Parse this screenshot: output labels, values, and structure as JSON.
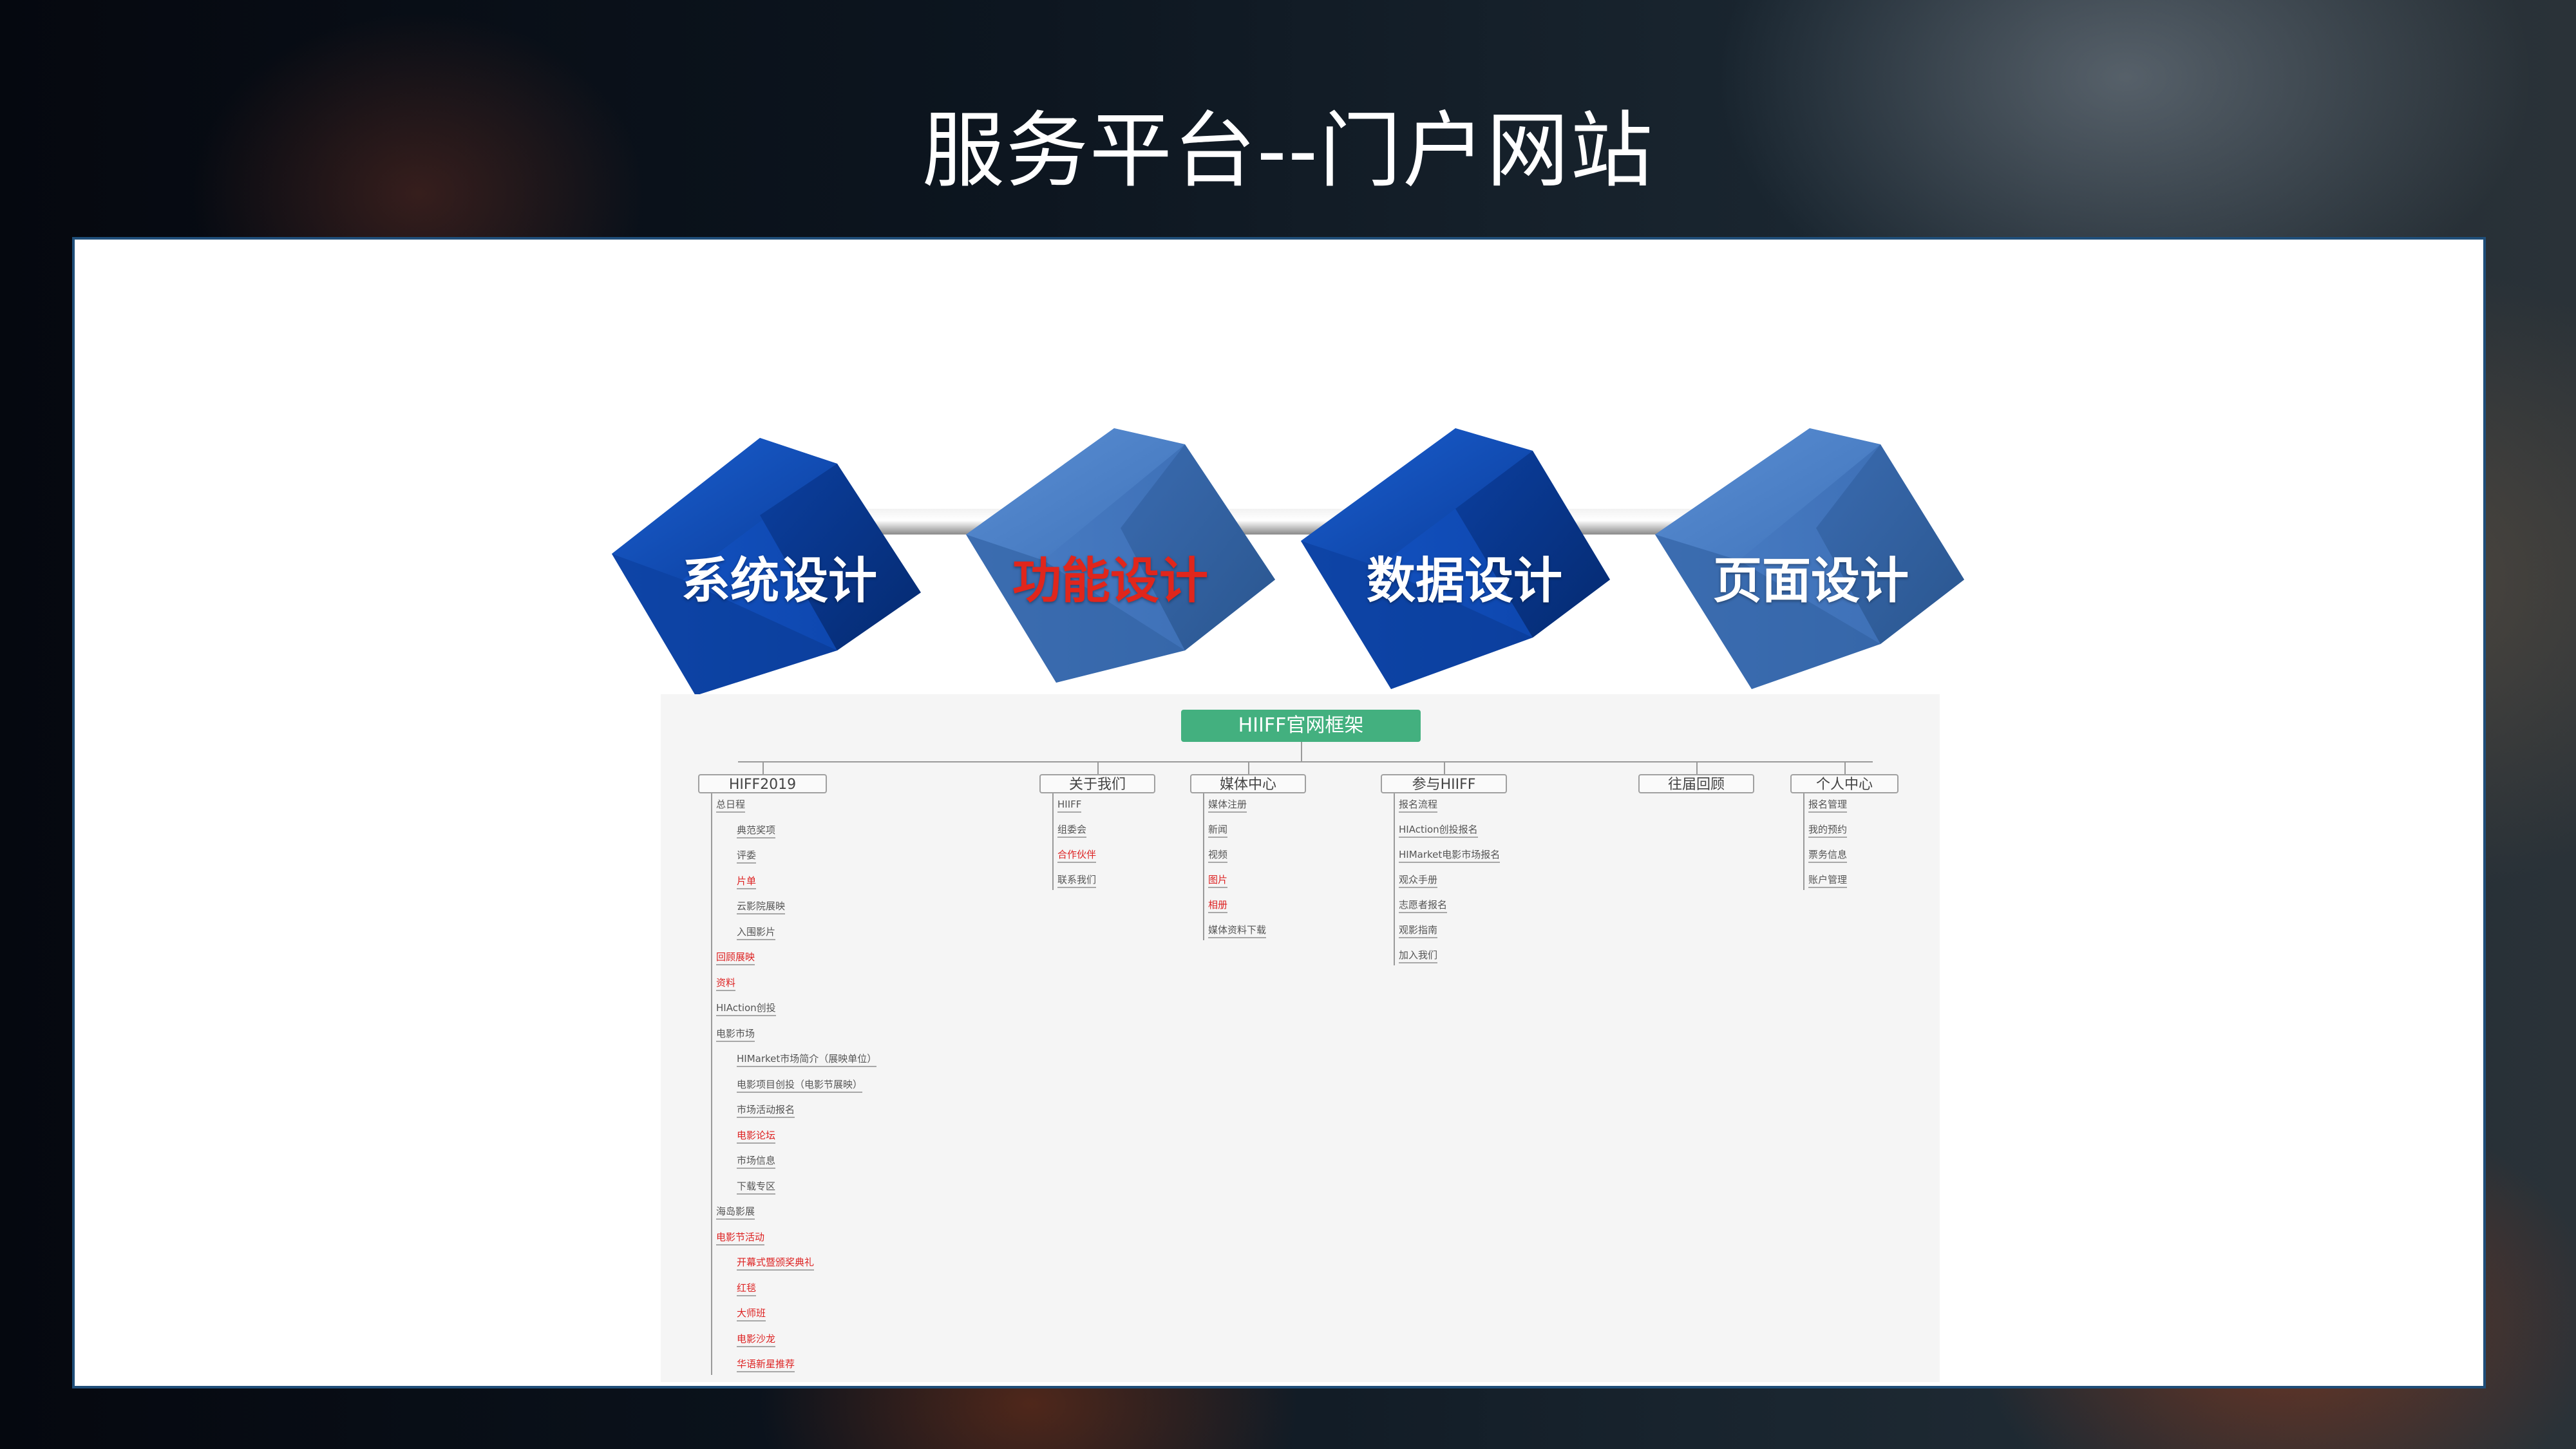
{
  "title": "服务平台--门户网站",
  "steps": [
    {
      "label": "系统设计",
      "color": "#ffffff"
    },
    {
      "label": "功能设计",
      "color": "#e0261c"
    },
    {
      "label": "数据设计",
      "color": "#ffffff"
    },
    {
      "label": "页面设计",
      "color": "#ffffff"
    }
  ],
  "mindmap": {
    "root": "HIIFF官网框架",
    "categories": [
      {
        "label": "HIFF2019",
        "items": [
          {
            "text": "总日程",
            "red": false
          },
          {
            "text": "典范奖项",
            "red": false
          },
          {
            "text": "评委",
            "red": false
          },
          {
            "text": "片单",
            "red": true
          },
          {
            "text": "云影院展映",
            "red": false
          },
          {
            "text": "入围影片",
            "red": false
          },
          {
            "text": "回顾展映",
            "red": true
          },
          {
            "text": "资料",
            "red": true
          },
          {
            "text": "HIAction创投",
            "red": false
          },
          {
            "text": "电影市场",
            "red": false
          },
          {
            "text": "HIMarket市场简介（展映单位）",
            "red": false
          },
          {
            "text": "电影项目创投（电影节展映）",
            "red": false
          },
          {
            "text": "市场活动报名",
            "red": false
          },
          {
            "text": "电影论坛",
            "red": true
          },
          {
            "text": "市场信息",
            "red": false
          },
          {
            "text": "下载专区",
            "red": false
          },
          {
            "text": "海岛影展",
            "red": false
          },
          {
            "text": "电影节活动",
            "red": true
          },
          {
            "text": "开幕式暨颁奖典礼",
            "red": true
          },
          {
            "text": "红毯",
            "red": true
          },
          {
            "text": "大师班",
            "red": true
          },
          {
            "text": "电影沙龙",
            "red": true
          },
          {
            "text": "华语新星推荐",
            "red": true
          }
        ]
      },
      {
        "label": "关于我们",
        "items": [
          {
            "text": "HIIFF",
            "red": false
          },
          {
            "text": "组委会",
            "red": false
          },
          {
            "text": "合作伙伴",
            "red": true
          },
          {
            "text": "联系我们",
            "red": false
          }
        ]
      },
      {
        "label": "媒体中心",
        "items": [
          {
            "text": "媒体注册",
            "red": false
          },
          {
            "text": "新闻",
            "red": false
          },
          {
            "text": "视频",
            "red": false
          },
          {
            "text": "图片",
            "red": true
          },
          {
            "text": "相册",
            "red": true
          },
          {
            "text": "媒体资料下载",
            "red": false
          }
        ]
      },
      {
        "label": "参与HIIFF",
        "items": [
          {
            "text": "报名流程",
            "red": false
          },
          {
            "text": "HIAction创投报名",
            "red": false
          },
          {
            "text": "HIMarket电影市场报名",
            "red": false
          },
          {
            "text": "观众手册",
            "red": false
          },
          {
            "text": "志愿者报名",
            "red": false
          },
          {
            "text": "观影指南",
            "red": false
          },
          {
            "text": "加入我们",
            "red": false
          }
        ]
      },
      {
        "label": "往届回顾",
        "items": []
      },
      {
        "label": "个人中心",
        "items": [
          {
            "text": "报名管理",
            "red": false
          },
          {
            "text": "我的预约",
            "red": false
          },
          {
            "text": "票务信息",
            "red": false
          },
          {
            "text": "账户管理",
            "red": false
          }
        ]
      }
    ]
  }
}
